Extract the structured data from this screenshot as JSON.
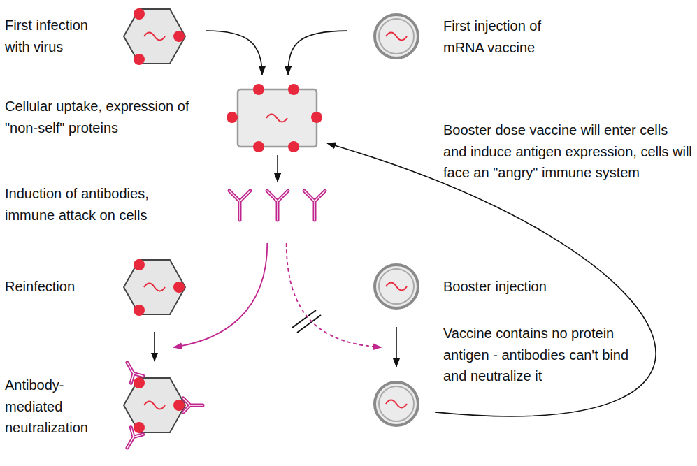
{
  "diagram": {
    "nodes": [
      {
        "text": [
          "First infection with virus"
        ]
      },
      {
        "text": [
          "First injection of mRNA vaccine"
        ]
      },
      {
        "text": [
          "Cellular uptake, expression of \"non-self\" proteins"
        ]
      },
      {
        "text": [
          "Induction of antibodies, immune attack on cells"
        ]
      },
      {
        "text": [
          "Reinfection"
        ]
      },
      {
        "text": [
          "Antibody-mediated neutralization"
        ]
      },
      {
        "text": [
          "Booster injection"
        ]
      },
      {
        "text": [
          "Vaccine contains no protein antigen - antibodies can't bind and neutralize it"
        ]
      }
    ],
    "edges": [
      {
        "from": 0,
        "to": 2,
        "arrow": "to"
      },
      {
        "from": 1,
        "to": 2,
        "arrow": "to"
      },
      {
        "from": 2,
        "to": 3,
        "arrow": "to"
      },
      {
        "from": 3,
        "to": 5,
        "arrow": "to"
      },
      {
        "from": 3,
        "to": 7,
        "arrow": "to"
      },
      {
        "from": 4,
        "to": 5,
        "arrow": "to"
      },
      {
        "from": 6,
        "to": 7,
        "arrow": "to"
      },
      {
        "from": 7,
        "to": 2,
        "arrow": "to"
      }
    ],
    "labels": [
      "Booster dose vaccine will enter cells and induce antigen expression, cells will face an \"angry\" immune system"
    ]
  }
}
